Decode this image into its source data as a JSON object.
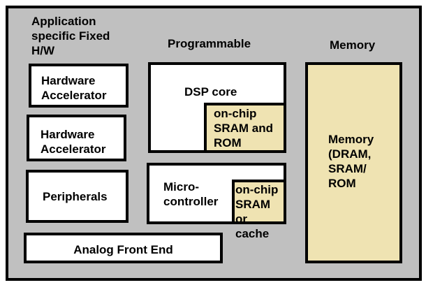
{
  "diagram": {
    "columns": {
      "fixed_hw_heading": "Application\nspecific Fixed\nH/W",
      "programmable_heading": "Programmable",
      "memory_heading": "Memory"
    },
    "fixed_hw": [
      {
        "label": "Hardware\nAccelerator"
      },
      {
        "label": "Hardware\nAccelerator"
      },
      {
        "label": "Peripherals"
      }
    ],
    "analog_front_end": "Analog Front End",
    "programmable": {
      "dsp_core": "DSP core",
      "dsp_memory": "on-chip\nSRAM and\nROM",
      "microcontroller": "Micro-\ncontroller",
      "mcu_memory": "on-chip\nSRAM or\ncache"
    },
    "memory_block": "Memory\n(DRAM,\nSRAM/\nROM",
    "colors": {
      "background": "#c0c0c0",
      "memory_fill": "#efe3b2",
      "box_fill": "#ffffff",
      "border": "#000000"
    }
  }
}
